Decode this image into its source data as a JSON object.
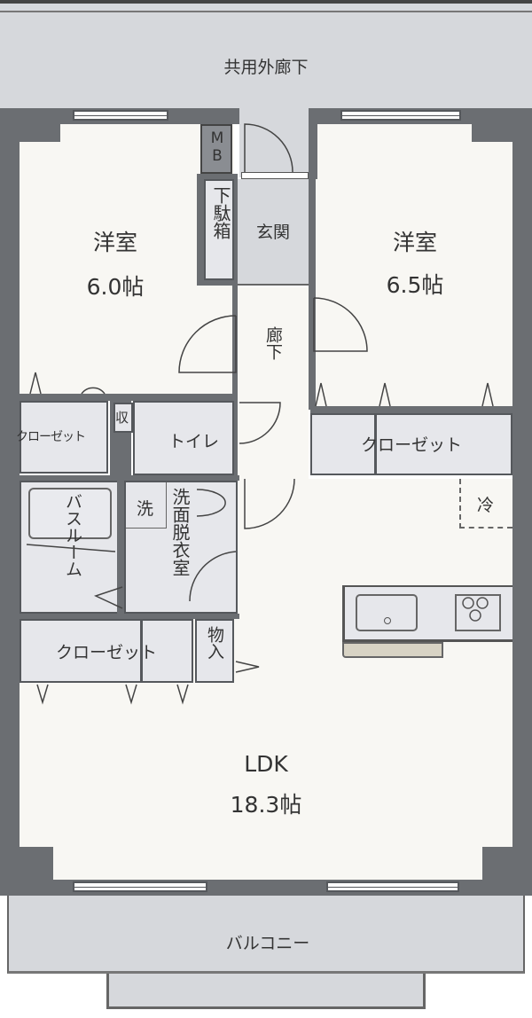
{
  "plan": {
    "corridor_label": "共用外廊下",
    "balcony_label": "バルコニー",
    "rooms": {
      "western_left": {
        "name": "洋室",
        "size": "6.0帖"
      },
      "western_right": {
        "name": "洋室",
        "size": "6.5帖"
      },
      "ldk": {
        "name": "LDK",
        "size": "18.3帖"
      }
    },
    "mb": "MB",
    "shoe_box": "下駄箱",
    "entrance": "玄関",
    "hallway": "廊下",
    "closet_left": "クローゼット",
    "closet_right": "クローゼット",
    "closet_bottom": "クローゼット",
    "storage_small": "収",
    "toilet": "トイレ",
    "bathroom": "バスルーム",
    "washer": "洗",
    "washroom": "洗面脱衣室",
    "storeroom": "物入",
    "fridge": "冷"
  },
  "colors": {
    "wall": "#6b6e72",
    "floor": "#f8f7f3",
    "corridor": "#d6d8dc",
    "storage": "#e6e7eb",
    "counter": "#d8d3c4"
  }
}
